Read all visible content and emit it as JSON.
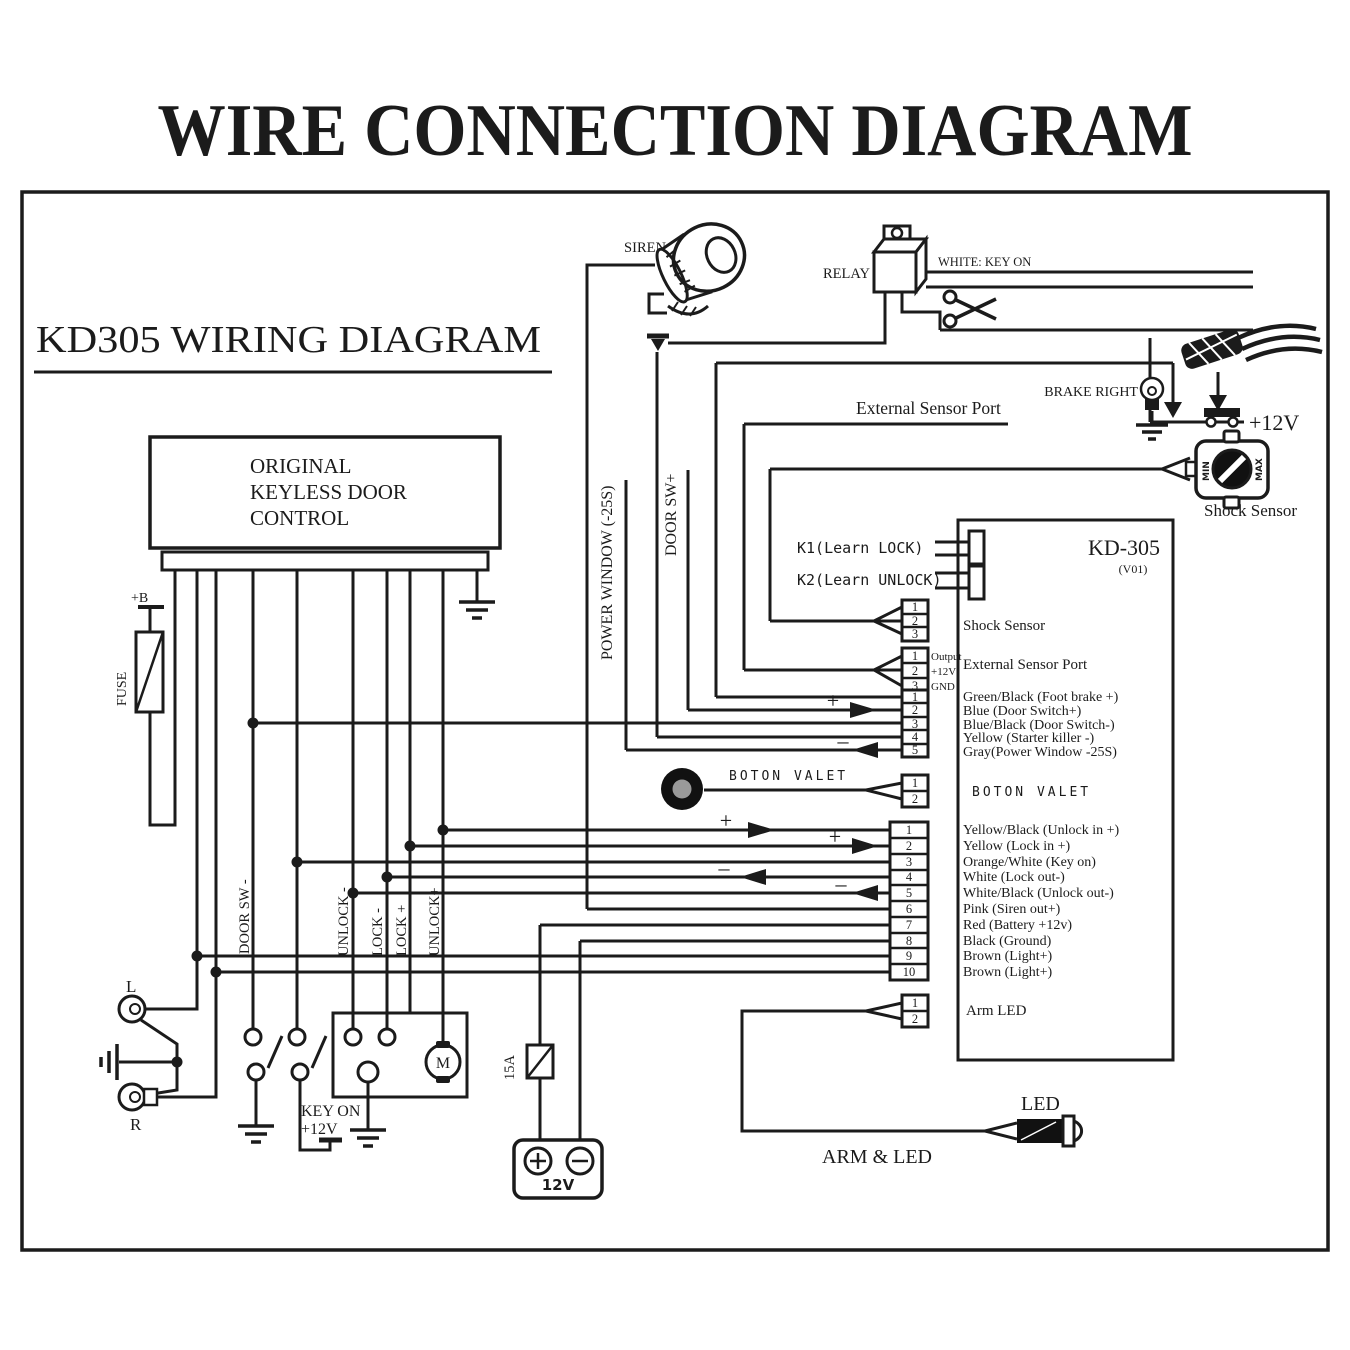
{
  "title": "WIRE CONNECTION DIAGRAM",
  "subtitle": "KD305 WIRING DIAGRAM",
  "labels": {
    "siren": "SIREN",
    "relay": "RELAY",
    "white_key_on": "WHITE: KEY ON",
    "brake_right": "BRAKE RIGHT",
    "plus_12v_brake": "+12V",
    "shock_sensor": "Shock Sensor",
    "min": "MIN",
    "max": "MAX",
    "external_sensor_port": "External Sensor Port",
    "power_window": "POWER WINDOW (-25S)",
    "door_sw_plus": "DOOR SW+",
    "door_sw_minus": "DOOR SW -",
    "unlock_minus": "UNLOCK -",
    "lock_minus": "LOCK -",
    "lock_plus": "LOCK +",
    "unlock_plus": "UNLOCK+",
    "plus_b": "+B",
    "fuse": "FUSE",
    "fuse_15a": "15A",
    "battery_12v": "12V",
    "lamp_l": "L",
    "lamp_r": "R",
    "key_on_line1": "KEY ON",
    "key_on_line2": "+12V",
    "motor": "M",
    "boton_valet": "BOTON VALET",
    "led": "LED",
    "arm_and_led": "ARM & LED",
    "plus": "+",
    "minus": "–"
  },
  "control_box": {
    "line1": "ORIGINAL",
    "line2": "KEYLESS DOOR",
    "line3": "CONTROL"
  },
  "module": {
    "name": "KD-305",
    "version": "(V01)",
    "k1": "K1(Learn LOCK)",
    "k2": "K2(Learn UNLOCK)",
    "ports": {
      "shock": "Shock Sensor",
      "external": "External Sensor Port",
      "valet": "BOTON VALET",
      "arm_led": "Arm LED"
    },
    "external_pin_notes": [
      "Output",
      "+12V",
      "GND"
    ],
    "harness5": [
      "Green/Black (Foot brake +)",
      "Blue (Door Switch+)",
      "Blue/Black (Door Switch-)",
      "Yellow (Starter killer -)",
      "Gray(Power Window -25S)"
    ],
    "harness10": [
      "Yellow/Black (Unlock in +)",
      "Yellow (Lock in +)",
      "Orange/White (Key on)",
      "White (Lock out-)",
      "White/Black (Unlock out-)",
      "Pink (Siren out+)",
      "Red (Battery +12v)",
      "Black (Ground)",
      "Brown (Light+)",
      "Brown (Light+)"
    ]
  },
  "pins": {
    "three": [
      "1",
      "2",
      "3"
    ],
    "five": [
      "1",
      "2",
      "3",
      "4",
      "5"
    ],
    "two": [
      "1",
      "2"
    ],
    "ten": [
      "1",
      "2",
      "3",
      "4",
      "5",
      "6",
      "7",
      "8",
      "9",
      "10"
    ]
  }
}
